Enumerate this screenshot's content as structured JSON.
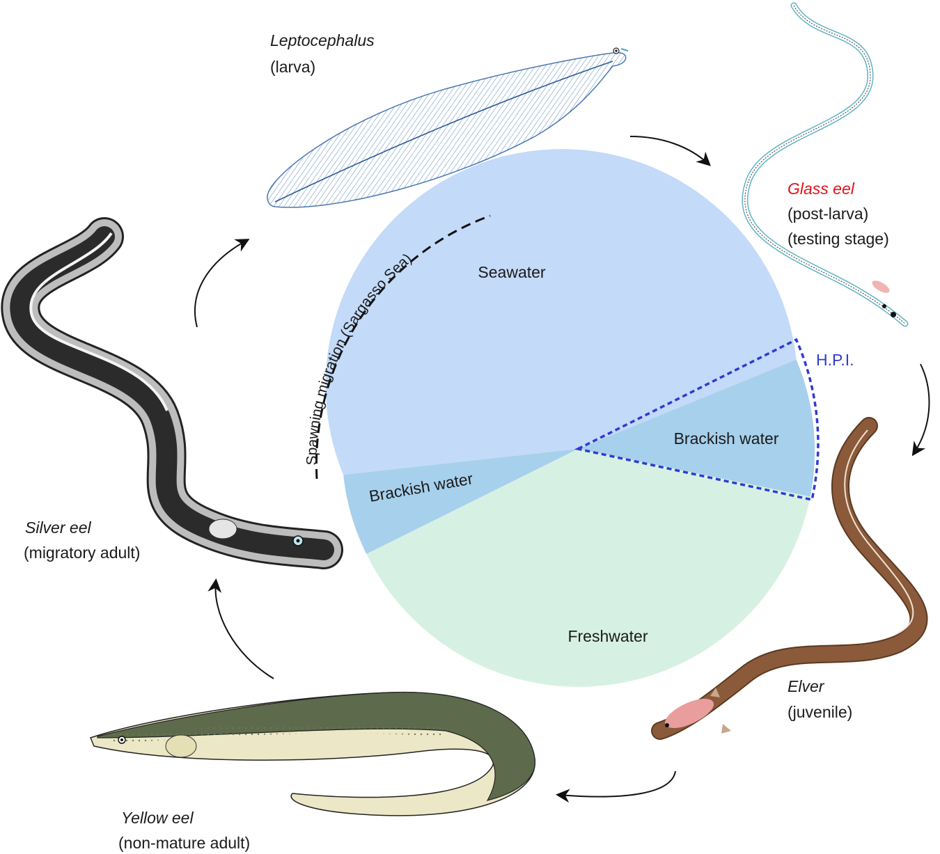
{
  "pie": {
    "seawater": "Seawater",
    "brackish_right": "Brackish water",
    "brackish_left": "Brackish water",
    "freshwater": "Freshwater",
    "hpi": "H.P.I.",
    "migration": "Spawning migration (Sargasso Sea)"
  },
  "stages": {
    "leptocephalus": {
      "name": "Leptocephalus",
      "desc": "(larva)"
    },
    "glass_eel": {
      "name": "Glass eel",
      "desc1": "(post-larva)",
      "desc2": "(testing stage)"
    },
    "elver": {
      "name": "Elver",
      "desc": "(juvenile)"
    },
    "yellow_eel": {
      "name": "Yellow eel",
      "desc": "(non-mature adult)"
    },
    "silver_eel": {
      "name": "Silver eel",
      "desc": "(migratory adult)"
    }
  },
  "colors": {
    "seawater": "#c3daf9",
    "brackish": "#a7d0ec",
    "freshwater": "#d6f1e3",
    "hpi": "#2f3bd0",
    "glass_eel_label": "#e0131b",
    "elver_body": "#8a5a3a",
    "silver_dark": "#2b2b2b",
    "yellow_back": "#5d6b4c",
    "yellow_belly": "#ece7c6"
  }
}
